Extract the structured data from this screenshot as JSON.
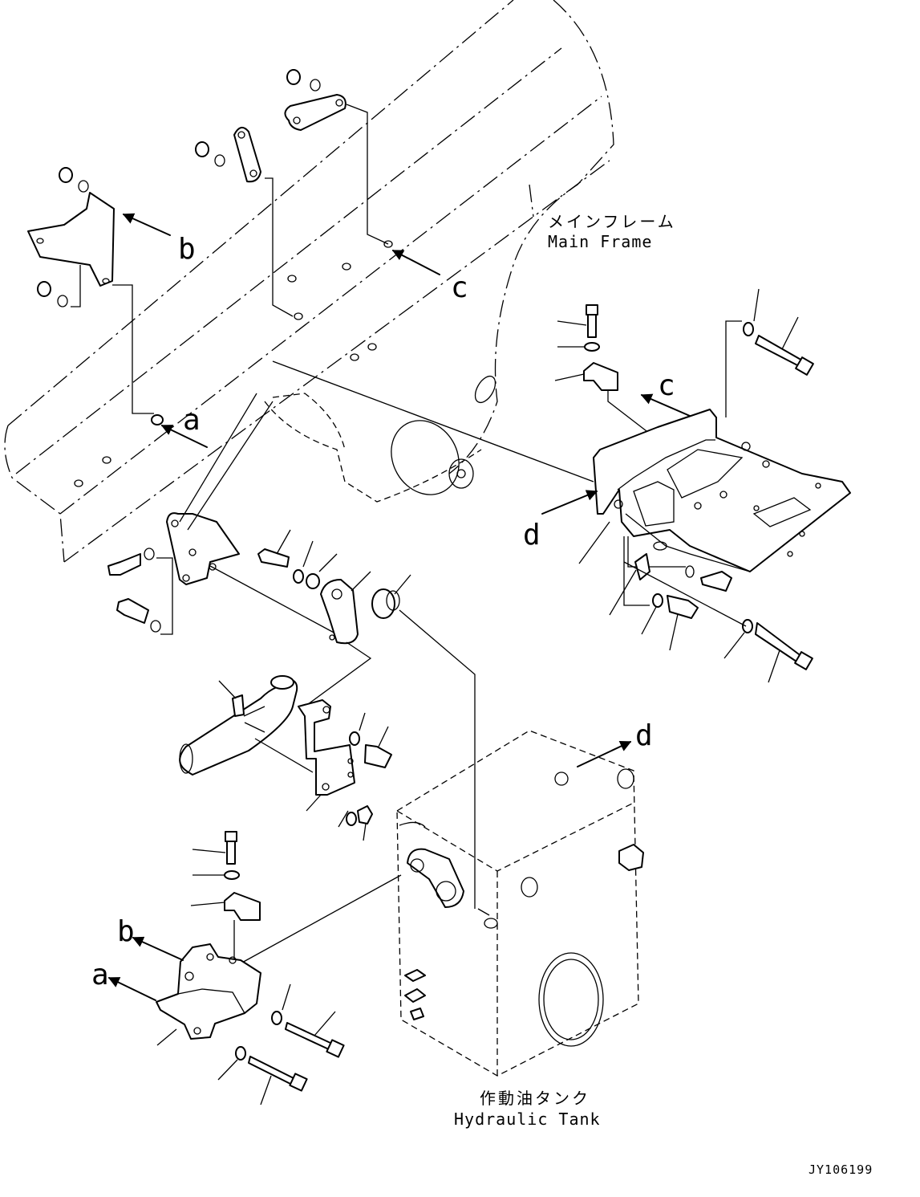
{
  "labels": {
    "main_frame_jp": "メインフレーム",
    "main_frame_en": "Main Frame",
    "hydraulic_tank_jp": "作動油タンク",
    "hydraulic_tank_en": "Hydraulic Tank",
    "drawing_number": "JY106199"
  },
  "reference_letters": {
    "a": "a",
    "b": "b",
    "c": "c",
    "d": "d"
  },
  "colors": {
    "line": "#000000",
    "background": "#ffffff"
  }
}
